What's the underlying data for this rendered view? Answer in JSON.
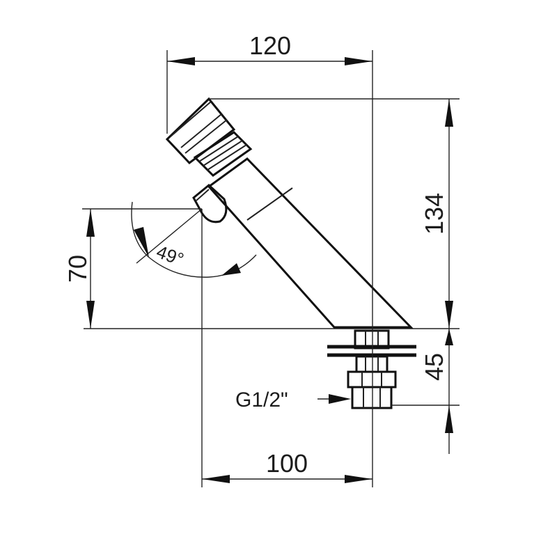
{
  "dimensions": {
    "top_width": "120",
    "height_total": "134",
    "spout_height": "70",
    "angle": "49°",
    "shank_length": "45",
    "base_width": "100",
    "thread": "G1/2\""
  },
  "colors": {
    "line": "#222222",
    "background": "#ffffff"
  }
}
